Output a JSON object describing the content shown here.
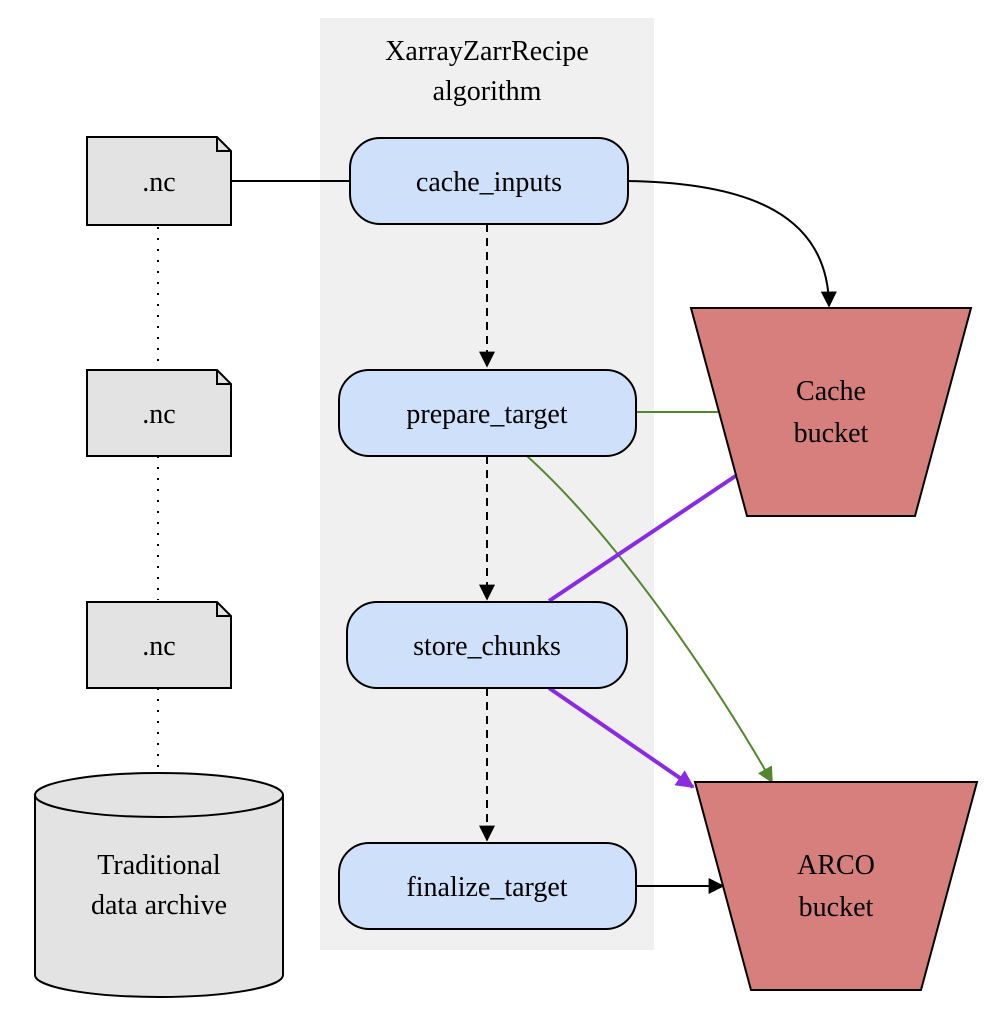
{
  "cluster": {
    "title_line1": "XarrayZarrRecipe",
    "title_line2": "algorithm"
  },
  "steps": {
    "cache_inputs": "cache_inputs",
    "prepare_target": "prepare_target",
    "store_chunks": "store_chunks",
    "finalize_target": "finalize_target"
  },
  "files": {
    "file1": ".nc",
    "file2": ".nc",
    "file3": ".nc"
  },
  "archive": {
    "line1": "Traditional",
    "line2": "data archive"
  },
  "buckets": {
    "cache_line1": "Cache",
    "cache_line2": "bucket",
    "arco_line1": "ARCO",
    "arco_line2": "bucket"
  },
  "colors": {
    "cluster_bg": "#f0f0f0",
    "step_fill": "#cfe0fb",
    "file_fill": "#e3e3e3",
    "bucket_fill": "#d67f7d",
    "green_edge": "#54862f",
    "purple_edge": "#8a2be2"
  }
}
